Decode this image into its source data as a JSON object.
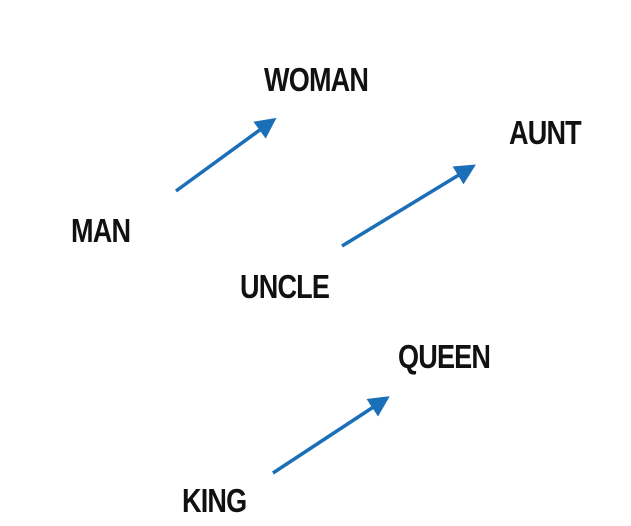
{
  "words": {
    "man": "MAN",
    "woman": "WOMAN",
    "uncle": "UNCLE",
    "aunt": "AUNT",
    "king": "KING",
    "queen": "QUEEN"
  },
  "arrows": [
    {
      "from": "MAN",
      "to": "WOMAN"
    },
    {
      "from": "UNCLE",
      "to": "AUNT"
    },
    {
      "from": "KING",
      "to": "QUEEN"
    }
  ],
  "colors": {
    "arrow": "#1a6fb8",
    "text": "#111111",
    "background": "#ffffff"
  }
}
